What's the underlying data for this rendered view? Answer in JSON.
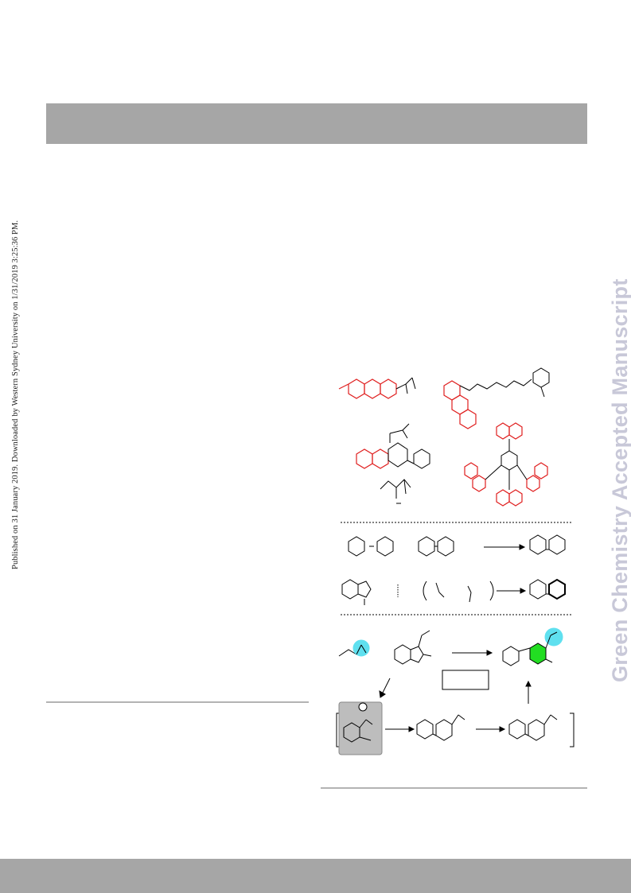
{
  "sidebar": {
    "publication_note": "Published on 31 January 2019. Downloaded by Western Sydney University on 1/31/2019 3:25:36 PM."
  },
  "watermark": {
    "text": "Green Chemistry Accepted Manuscript",
    "color": "#c8c8d8"
  },
  "colors": {
    "band": "#a6a6a6",
    "highlight_red": "#e02020",
    "highlight_cyan": "#5fe0ef",
    "highlight_green": "#22dd22",
    "intermediate_box": "#bdbdbd"
  },
  "figure": {
    "description_name": "carbazole-synthesis-scheme"
  }
}
